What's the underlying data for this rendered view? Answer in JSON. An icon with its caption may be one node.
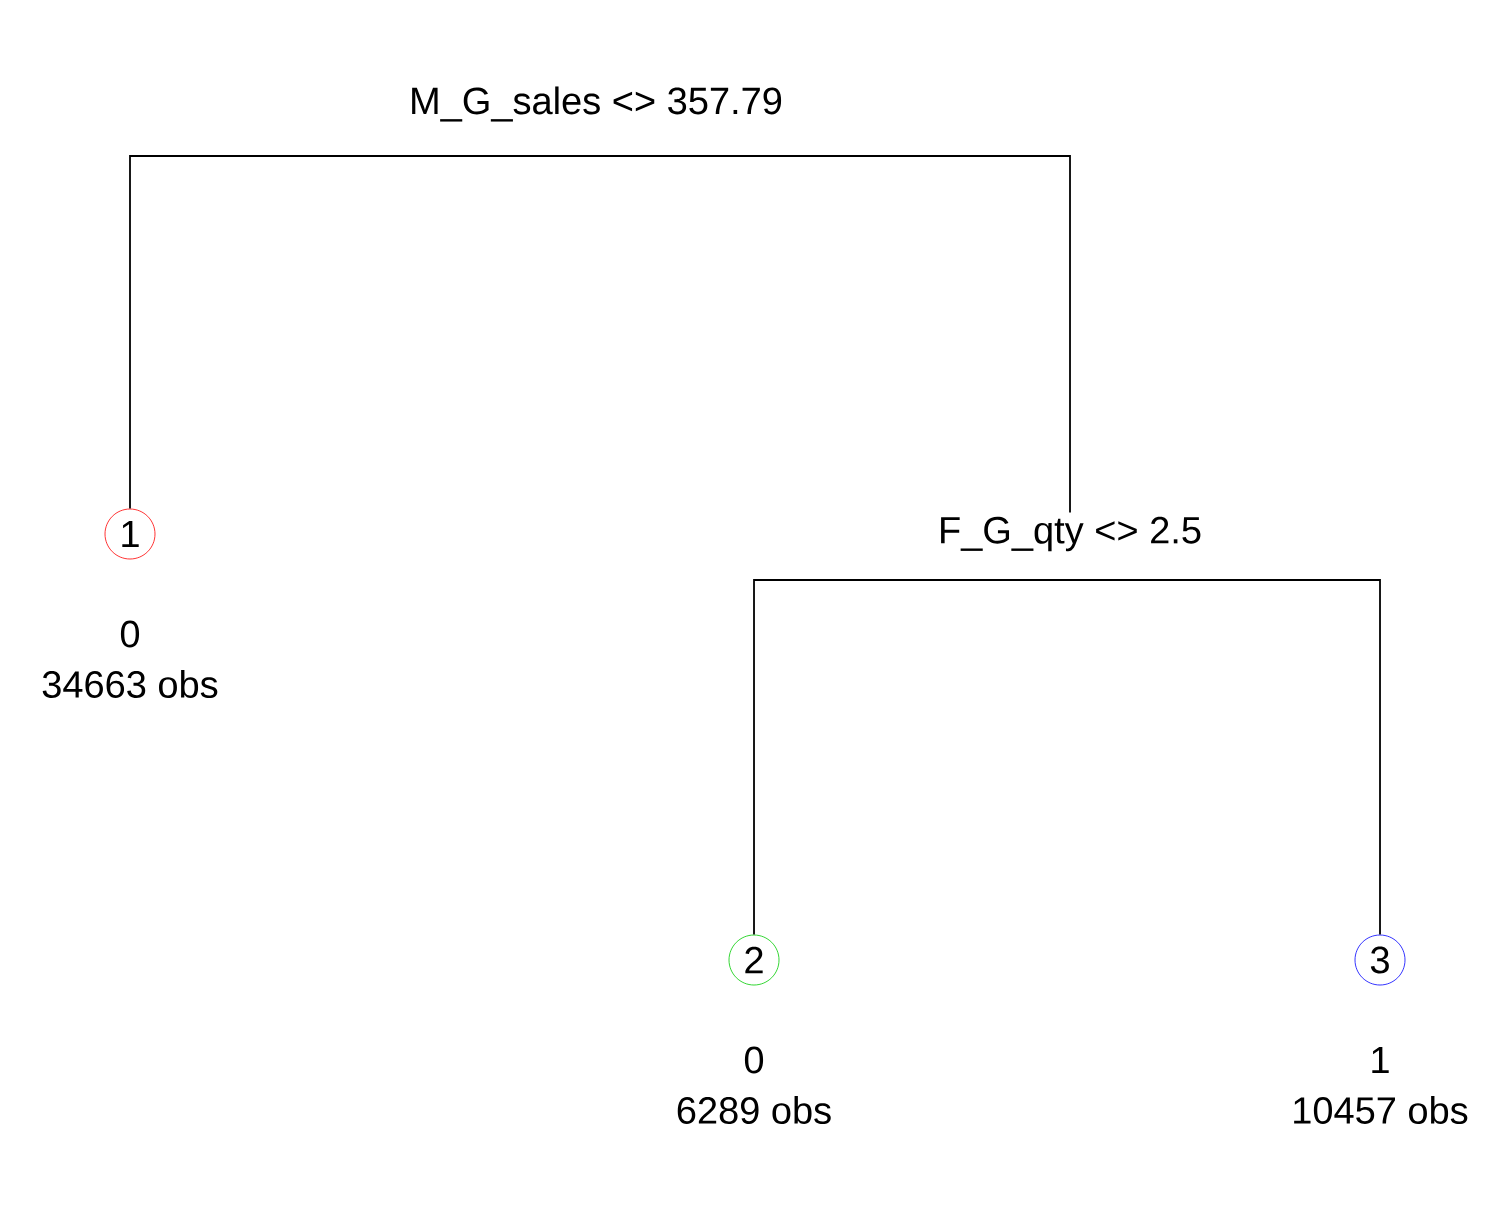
{
  "diagram": {
    "nodes": [
      {
        "text": [
          "M_G_sales <> 357.79"
        ]
      },
      {
        "text": [
          "1"
        ],
        "beside": [
          "0",
          "34663 obs"
        ]
      },
      {
        "text": [
          "F_G_qty <> 2.5"
        ]
      },
      {
        "text": [
          "2"
        ],
        "beside": [
          "0",
          "6289 obs"
        ]
      },
      {
        "text": [
          "3"
        ],
        "beside": [
          "1",
          "10457 obs"
        ]
      }
    ],
    "edges": [
      {
        "from": 0,
        "to": 1,
        "arrow": "none"
      },
      {
        "from": 0,
        "to": 2,
        "arrow": "none"
      },
      {
        "from": 2,
        "to": 3,
        "arrow": "none"
      },
      {
        "from": 2,
        "to": 4,
        "arrow": "none"
      }
    ]
  }
}
